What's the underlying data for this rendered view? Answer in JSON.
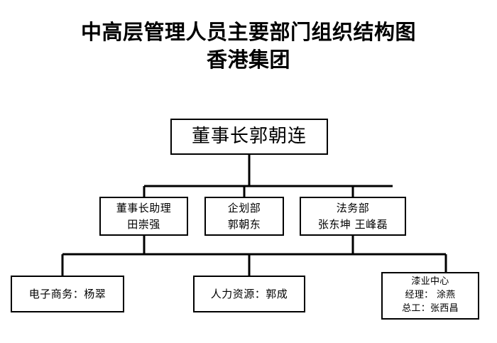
{
  "title": {
    "line1": "中高层管理人员主要部门组织结构图",
    "line2": "香港集团"
  },
  "chart_data": {
    "type": "diagram",
    "diagram_kind": "organization-chart",
    "title": "中高层管理人员主要部门组织结构图 香港集团",
    "orientation": "top-down",
    "box_style": {
      "border_color": "#000000",
      "fill_color": "#ffffff",
      "text_color": "#000000",
      "connector_color": "#000000"
    },
    "nodes": [
      {
        "id": "root",
        "level": 0,
        "lines": [
          "董事长郭朝连"
        ],
        "parent": null
      },
      {
        "id": "assistant",
        "level": 1,
        "lines": [
          "董事长助理",
          "田崇强"
        ],
        "parent": "root"
      },
      {
        "id": "planning",
        "level": 1,
        "lines": [
          "企划部",
          "郭朝东"
        ],
        "parent": "root"
      },
      {
        "id": "legal",
        "level": 1,
        "lines": [
          "法务部",
          "张东坤 王峰磊"
        ],
        "parent": "root"
      },
      {
        "id": "ecommerce",
        "level": 2,
        "lines": [
          "电子商务：杨翠"
        ],
        "parent": "assistant"
      },
      {
        "id": "hr",
        "level": 2,
        "lines": [
          "人力资源：郭成"
        ],
        "parent": "assistant"
      },
      {
        "id": "paint-center",
        "level": 2,
        "lines": [
          "漆业中心",
          "经理： 涂燕",
          "总工：张西昌"
        ],
        "parent": "legal"
      }
    ]
  },
  "nodes": {
    "root": {
      "line1": "董事长郭朝连"
    },
    "assistant": {
      "line1": "董事长助理",
      "line2": "田崇强"
    },
    "planning": {
      "line1": "企划部",
      "line2": "郭朝东"
    },
    "legal": {
      "line1": "法务部",
      "line2": "张东坤 王峰磊"
    },
    "ecommerce": {
      "line1": "电子商务：杨翠"
    },
    "hr": {
      "line1": "人力资源：郭成"
    },
    "paint": {
      "line1": "漆业中心",
      "line2": "经理： 涂燕",
      "line3": "总工：张西昌"
    }
  }
}
